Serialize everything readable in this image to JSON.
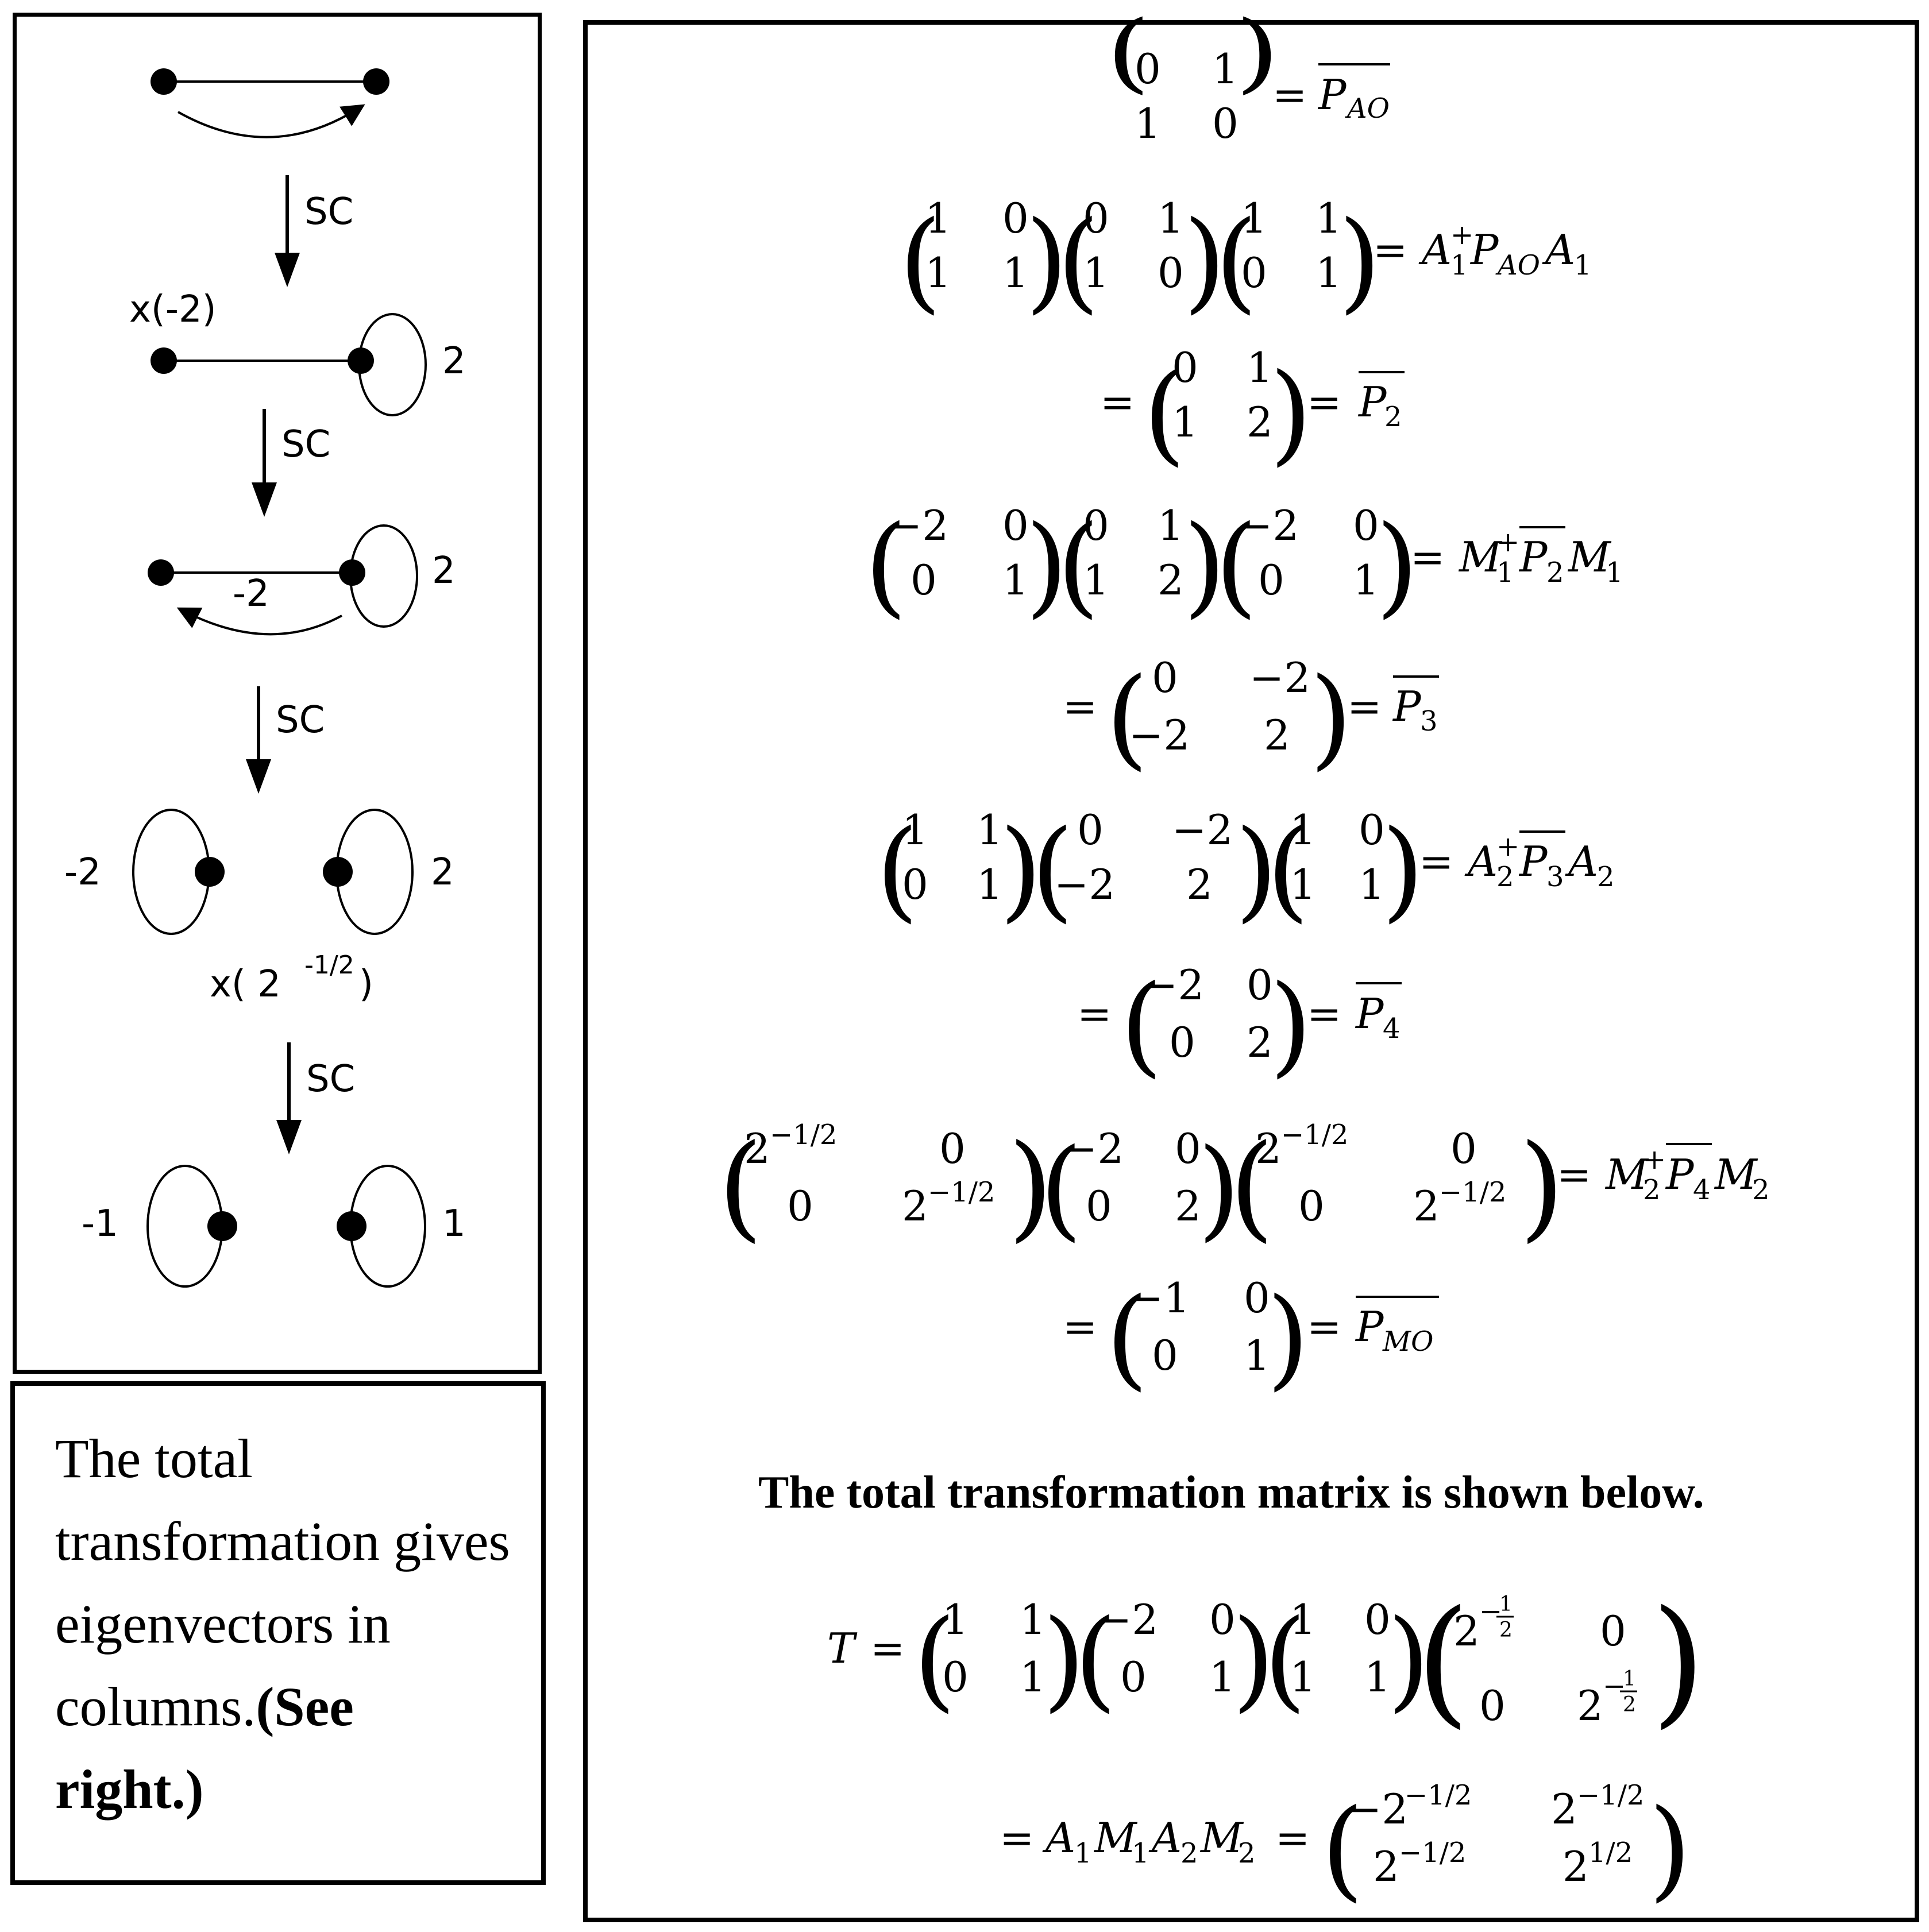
{
  "diagram": {
    "arrow_labels": [
      "SC",
      "SC",
      "SC",
      "SC"
    ],
    "multipliers": [
      "x(-2)",
      "x( 2",
      "-1/2",
      ")"
    ],
    "node_labels": {
      "stage2_right": "2",
      "stage3_edge": "-2",
      "stage3_right": "2",
      "stage4_left": "-2",
      "stage4_right": "2",
      "stage5_left": "-1",
      "stage5_right": "1"
    }
  },
  "caption": {
    "plain": "The total transformation gives eigenvectors in columns.",
    "bold": "(See right.)"
  },
  "equations": {
    "heading": "The total transformation matrix is shown below."
  }
}
